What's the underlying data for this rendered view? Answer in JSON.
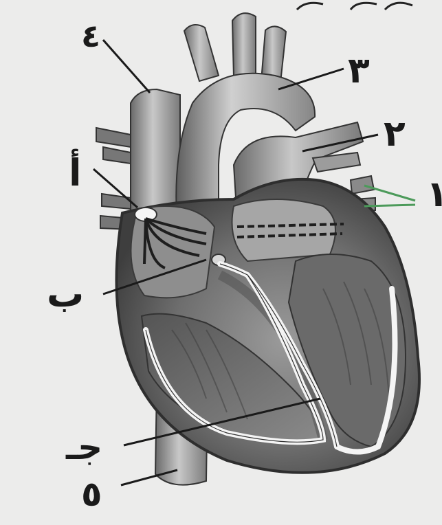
{
  "labels": {
    "l4": "٤",
    "l3": "٣",
    "l2": "٢",
    "l1": "١",
    "alif": "أ",
    "baa": "ب",
    "jeem": "جـ",
    "l5": "٥"
  },
  "colors": {
    "paper": "#e8e8e6",
    "ink": "#1a1a1a",
    "heart_dark": "#4a4a4a",
    "heart_mid": "#7a7a7a",
    "heart_light": "#b4b4b4",
    "conduction": "#f2f2f2",
    "pointer_green": "#4c9a5a"
  }
}
